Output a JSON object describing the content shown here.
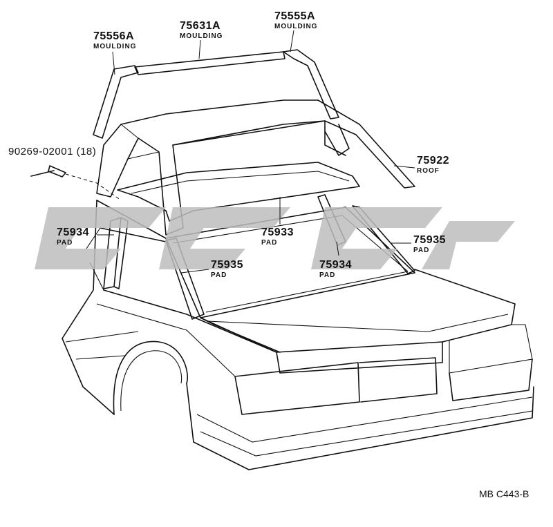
{
  "parts": [
    {
      "number": "75556A",
      "name": "MOULDING"
    },
    {
      "number": "75631A",
      "name": "MOULDING"
    },
    {
      "number": "75555A",
      "name": "MOULDING"
    },
    {
      "number": "75922",
      "name": "ROOF"
    },
    {
      "number": "75933",
      "name": "PAD"
    },
    {
      "number": "75934",
      "name": "PAD"
    },
    {
      "number": "75935",
      "name": "PAD"
    },
    {
      "number": "75935",
      "name": "PAD"
    },
    {
      "number": "75934",
      "name": "PAD"
    }
  ],
  "fastener": {
    "label": "90269-02001 (18)"
  },
  "diagram_code": "MB C443-B",
  "watermark_color": "#bdbdbd"
}
